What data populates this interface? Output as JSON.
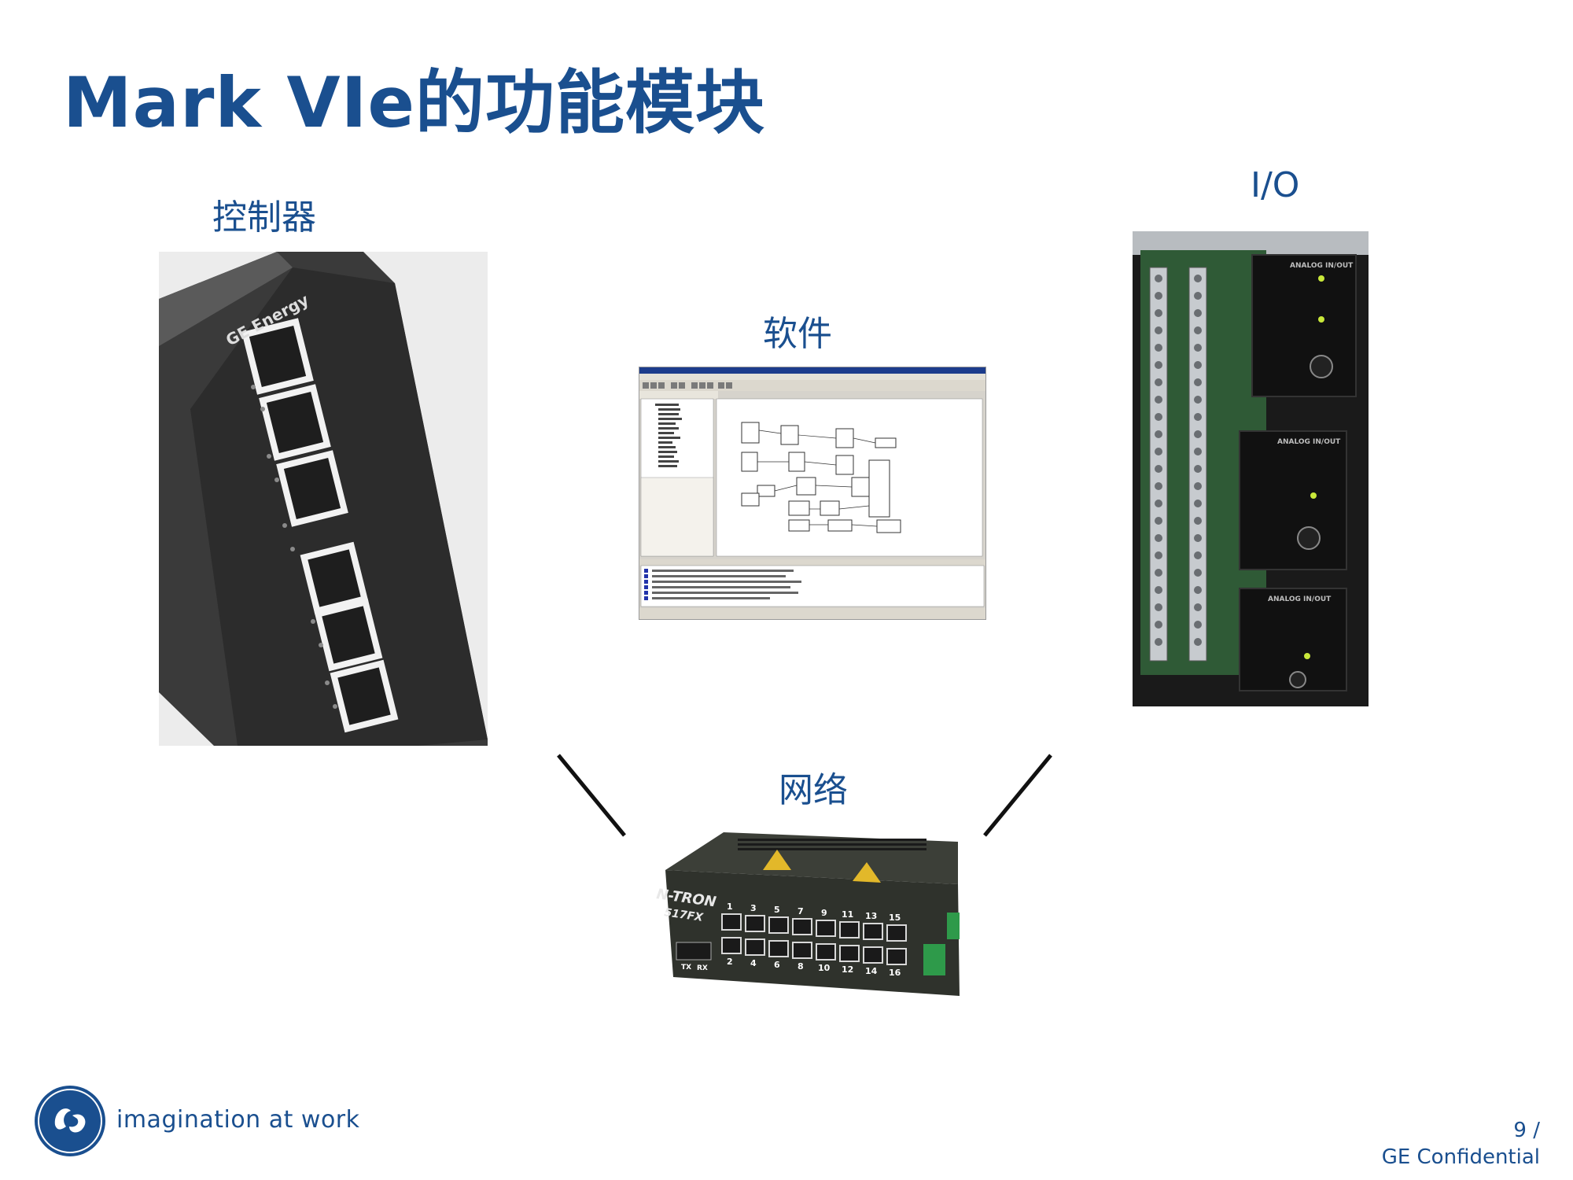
{
  "slide": {
    "title": "Mark VIe的功能模块",
    "captions": {
      "controller": "控制器",
      "software": "软件",
      "io": "I/O",
      "network": "网络"
    }
  },
  "switch_photo": {
    "brand": "N-TRON",
    "model": "517FX",
    "port_numbers_top": [
      "1",
      "3",
      "5",
      "7",
      "9",
      "11",
      "13",
      "15"
    ],
    "port_numbers_bottom": [
      "2",
      "4",
      "6",
      "8",
      "10",
      "12",
      "14",
      "16"
    ],
    "tx_label": "TX",
    "rx_label": "RX"
  },
  "controller_photo": {
    "brand": "GE Energy"
  },
  "io_photo": {
    "module_label": "ANALOG IN/OUT"
  },
  "footer": {
    "tagline": "imagination at work",
    "page": "9 /",
    "confidential": "GE Confidential"
  },
  "colors": {
    "brand_blue": "#1a4f8f"
  }
}
